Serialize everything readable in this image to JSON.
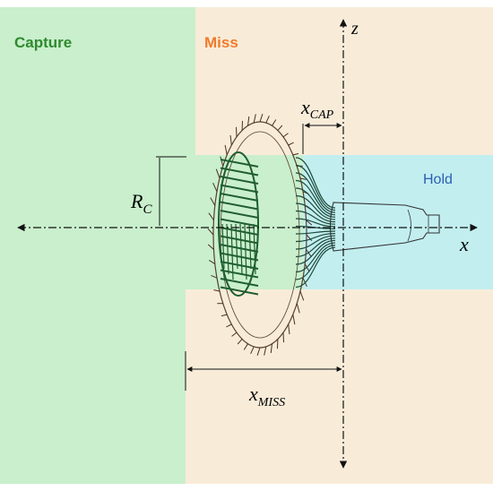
{
  "regions": {
    "capture": {
      "label": "Capture",
      "color": "#2e8b2e",
      "fill": "#c9efcc"
    },
    "miss": {
      "label": "Miss",
      "color": "#f07a2a",
      "fill": "#f8ecd9"
    },
    "hold": {
      "label": "Hold",
      "color": "#2a5fb0",
      "fill": "#c2eef0"
    }
  },
  "axes": {
    "x": "x",
    "z": "z"
  },
  "dimensions": {
    "rc": {
      "base": "R",
      "sub": "C"
    },
    "x_cap": {
      "base": "x",
      "sub": "CAP"
    },
    "x_miss": {
      "base": "x",
      "sub": "MISS"
    }
  },
  "icons": [
    "spacecraft-icon",
    "net-icon"
  ]
}
